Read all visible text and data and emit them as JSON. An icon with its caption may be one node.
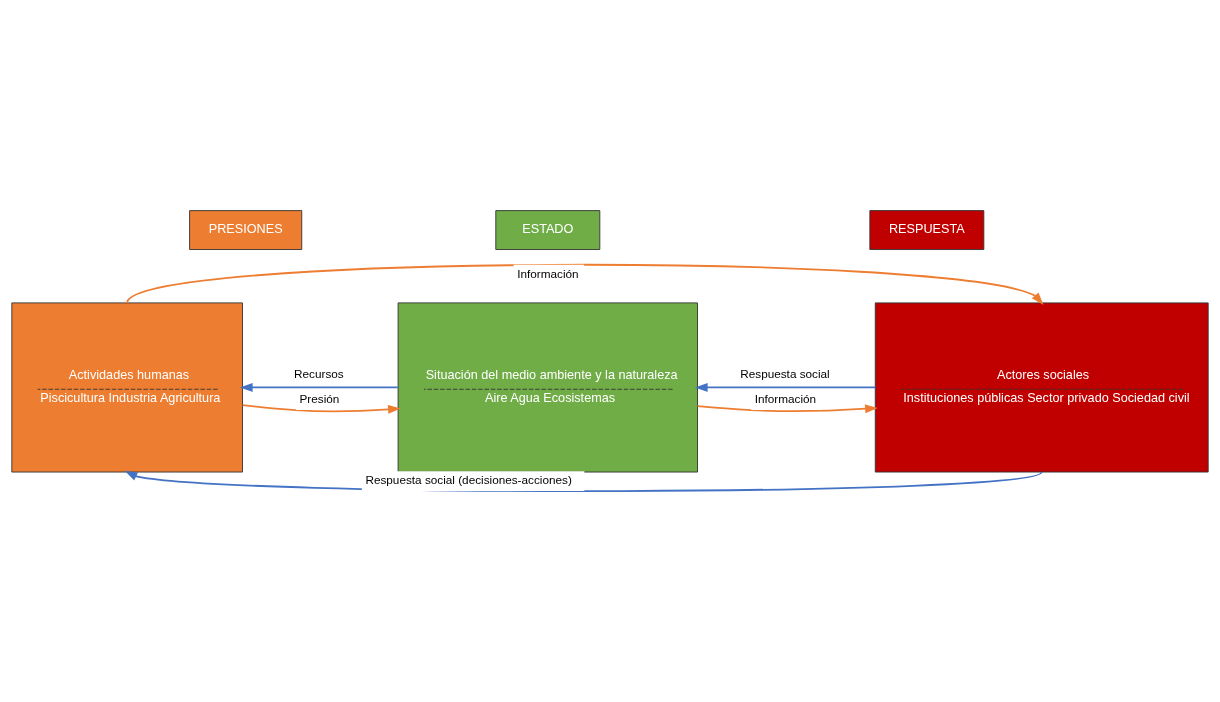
{
  "diagram": {
    "nodes": [
      {
        "text": [
          "PRESIONES"
        ]
      },
      {
        "text": [
          "ESTADO"
        ]
      },
      {
        "text": [
          "RESPUESTA"
        ]
      },
      {
        "text": [
          "Actividades humanas",
          "Piscicultura Industria Agricultura"
        ]
      },
      {
        "text": [
          "Situación del medio ambiente y la naturaleza",
          "Aire Agua Ecosistemas"
        ]
      },
      {
        "text": [
          "Actores sociales",
          "Instituciones públicas Sector privado Sociedad civil"
        ]
      }
    ],
    "edges": [
      {
        "from": 3,
        "to": 5,
        "arrow": "to",
        "label": "Información",
        "color": "#ed7d31"
      },
      {
        "from": 3,
        "to": 4,
        "arrow": "to",
        "label": "Presión",
        "color": "#ed7d31"
      },
      {
        "from": 4,
        "to": 5,
        "arrow": "to",
        "label": "Información",
        "color": "#ed7d31"
      },
      {
        "from": 4,
        "to": 3,
        "arrow": "to",
        "label": "Recursos",
        "color": "#4472c4"
      },
      {
        "from": 5,
        "to": 4,
        "arrow": "to",
        "label": "Respuesta social",
        "color": "#4472c4"
      },
      {
        "from": 5,
        "to": 3,
        "arrow": "to",
        "label": "Respuesta social (decisiones-acciones)",
        "color": "#4472c4"
      }
    ]
  }
}
